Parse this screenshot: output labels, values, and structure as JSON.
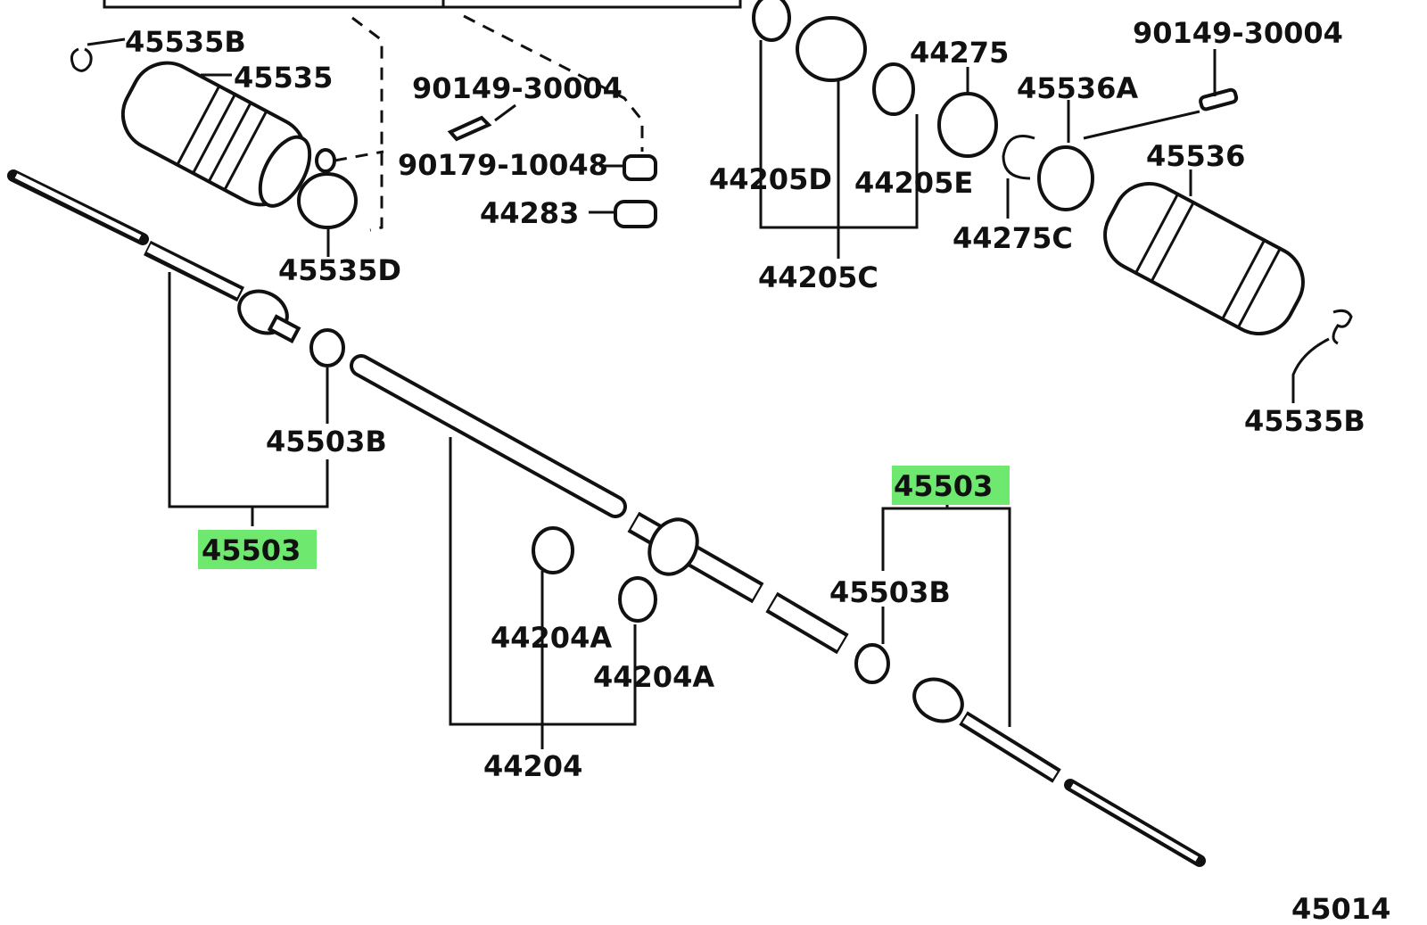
{
  "diagram": {
    "labels": {
      "boot_clip_left_top": "45535B",
      "boot_left": "45535",
      "bolt_left": "90149-30004",
      "nut": "90179-10048",
      "grommet": "44283",
      "boot_clamp_left": "45535D",
      "washer_left": "45503B",
      "tie_rod_end_left": "45503",
      "bushing_d": "44205D",
      "bushing_e": "44205E",
      "bushing_set": "44205C",
      "bushing_44275": "44275",
      "clamp_right": "45536A",
      "bolt_right": "90149-30004",
      "boot_right": "45536",
      "snap_ring": "44275C",
      "boot_clip_right": "45535B",
      "tie_rod_end_right": "45503",
      "washer_right": "45503B",
      "rack_bushing_a1": "44204A",
      "rack_bushing_a2": "44204A",
      "rack_bushing_set": "44204",
      "cut_off_label": "45014"
    },
    "highlight_color": "#6ee86e"
  }
}
